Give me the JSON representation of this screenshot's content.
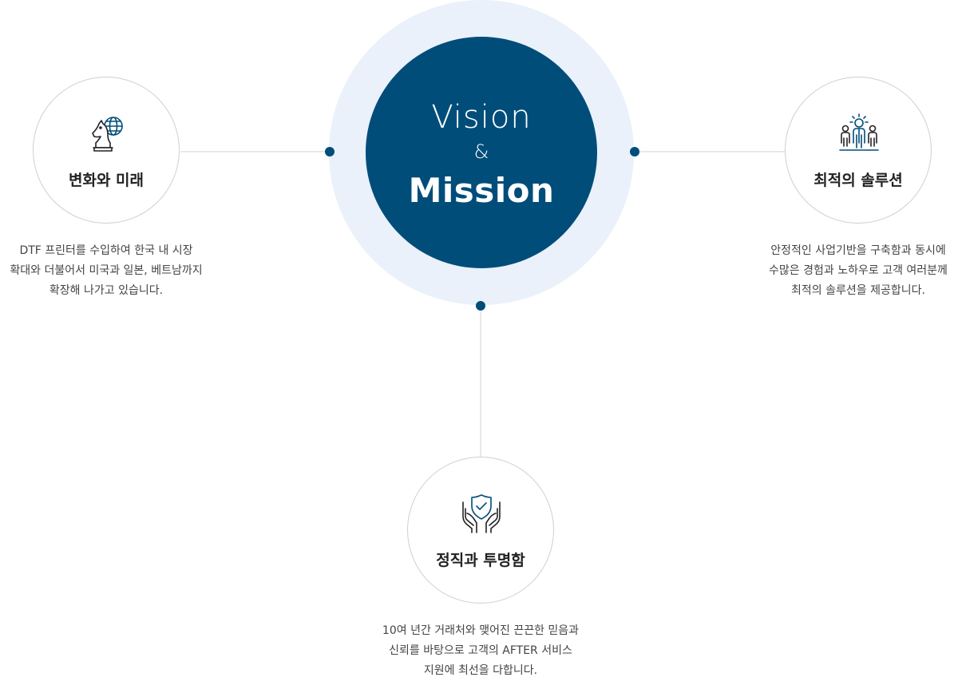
{
  "center": {
    "vision": "Vision",
    "amp": "&",
    "mission": "Mission"
  },
  "colors": {
    "primary": "#004d7a",
    "halo": "#eaf1fa",
    "line": "#d0d0d0"
  },
  "nodes": {
    "left": {
      "icon": "chess-knight-globe-icon",
      "title": "변화와 미래",
      "desc": [
        "DTF 프린터를 수입하여 한국 내 시장",
        "확대와 더불어서 미국과 일본, 베트남까지",
        "확장해 나가고 있습니다."
      ]
    },
    "right": {
      "icon": "team-leader-icon",
      "title": "최적의 솔루션",
      "desc": [
        "안정적인 사업기반을 구축함과 동시에",
        "수많은 경험과 노하우로 고객 여러분께",
        "최적의 솔루션을 제공합니다."
      ]
    },
    "bottom": {
      "icon": "hands-shield-check-icon",
      "title": "정직과 투명함",
      "desc": [
        "10여 년간 거래처와 맺어진 끈끈한 믿음과",
        "신뢰를 바탕으로 고객의 AFTER 서비스",
        "지원에 최선을 다합니다."
      ]
    }
  }
}
